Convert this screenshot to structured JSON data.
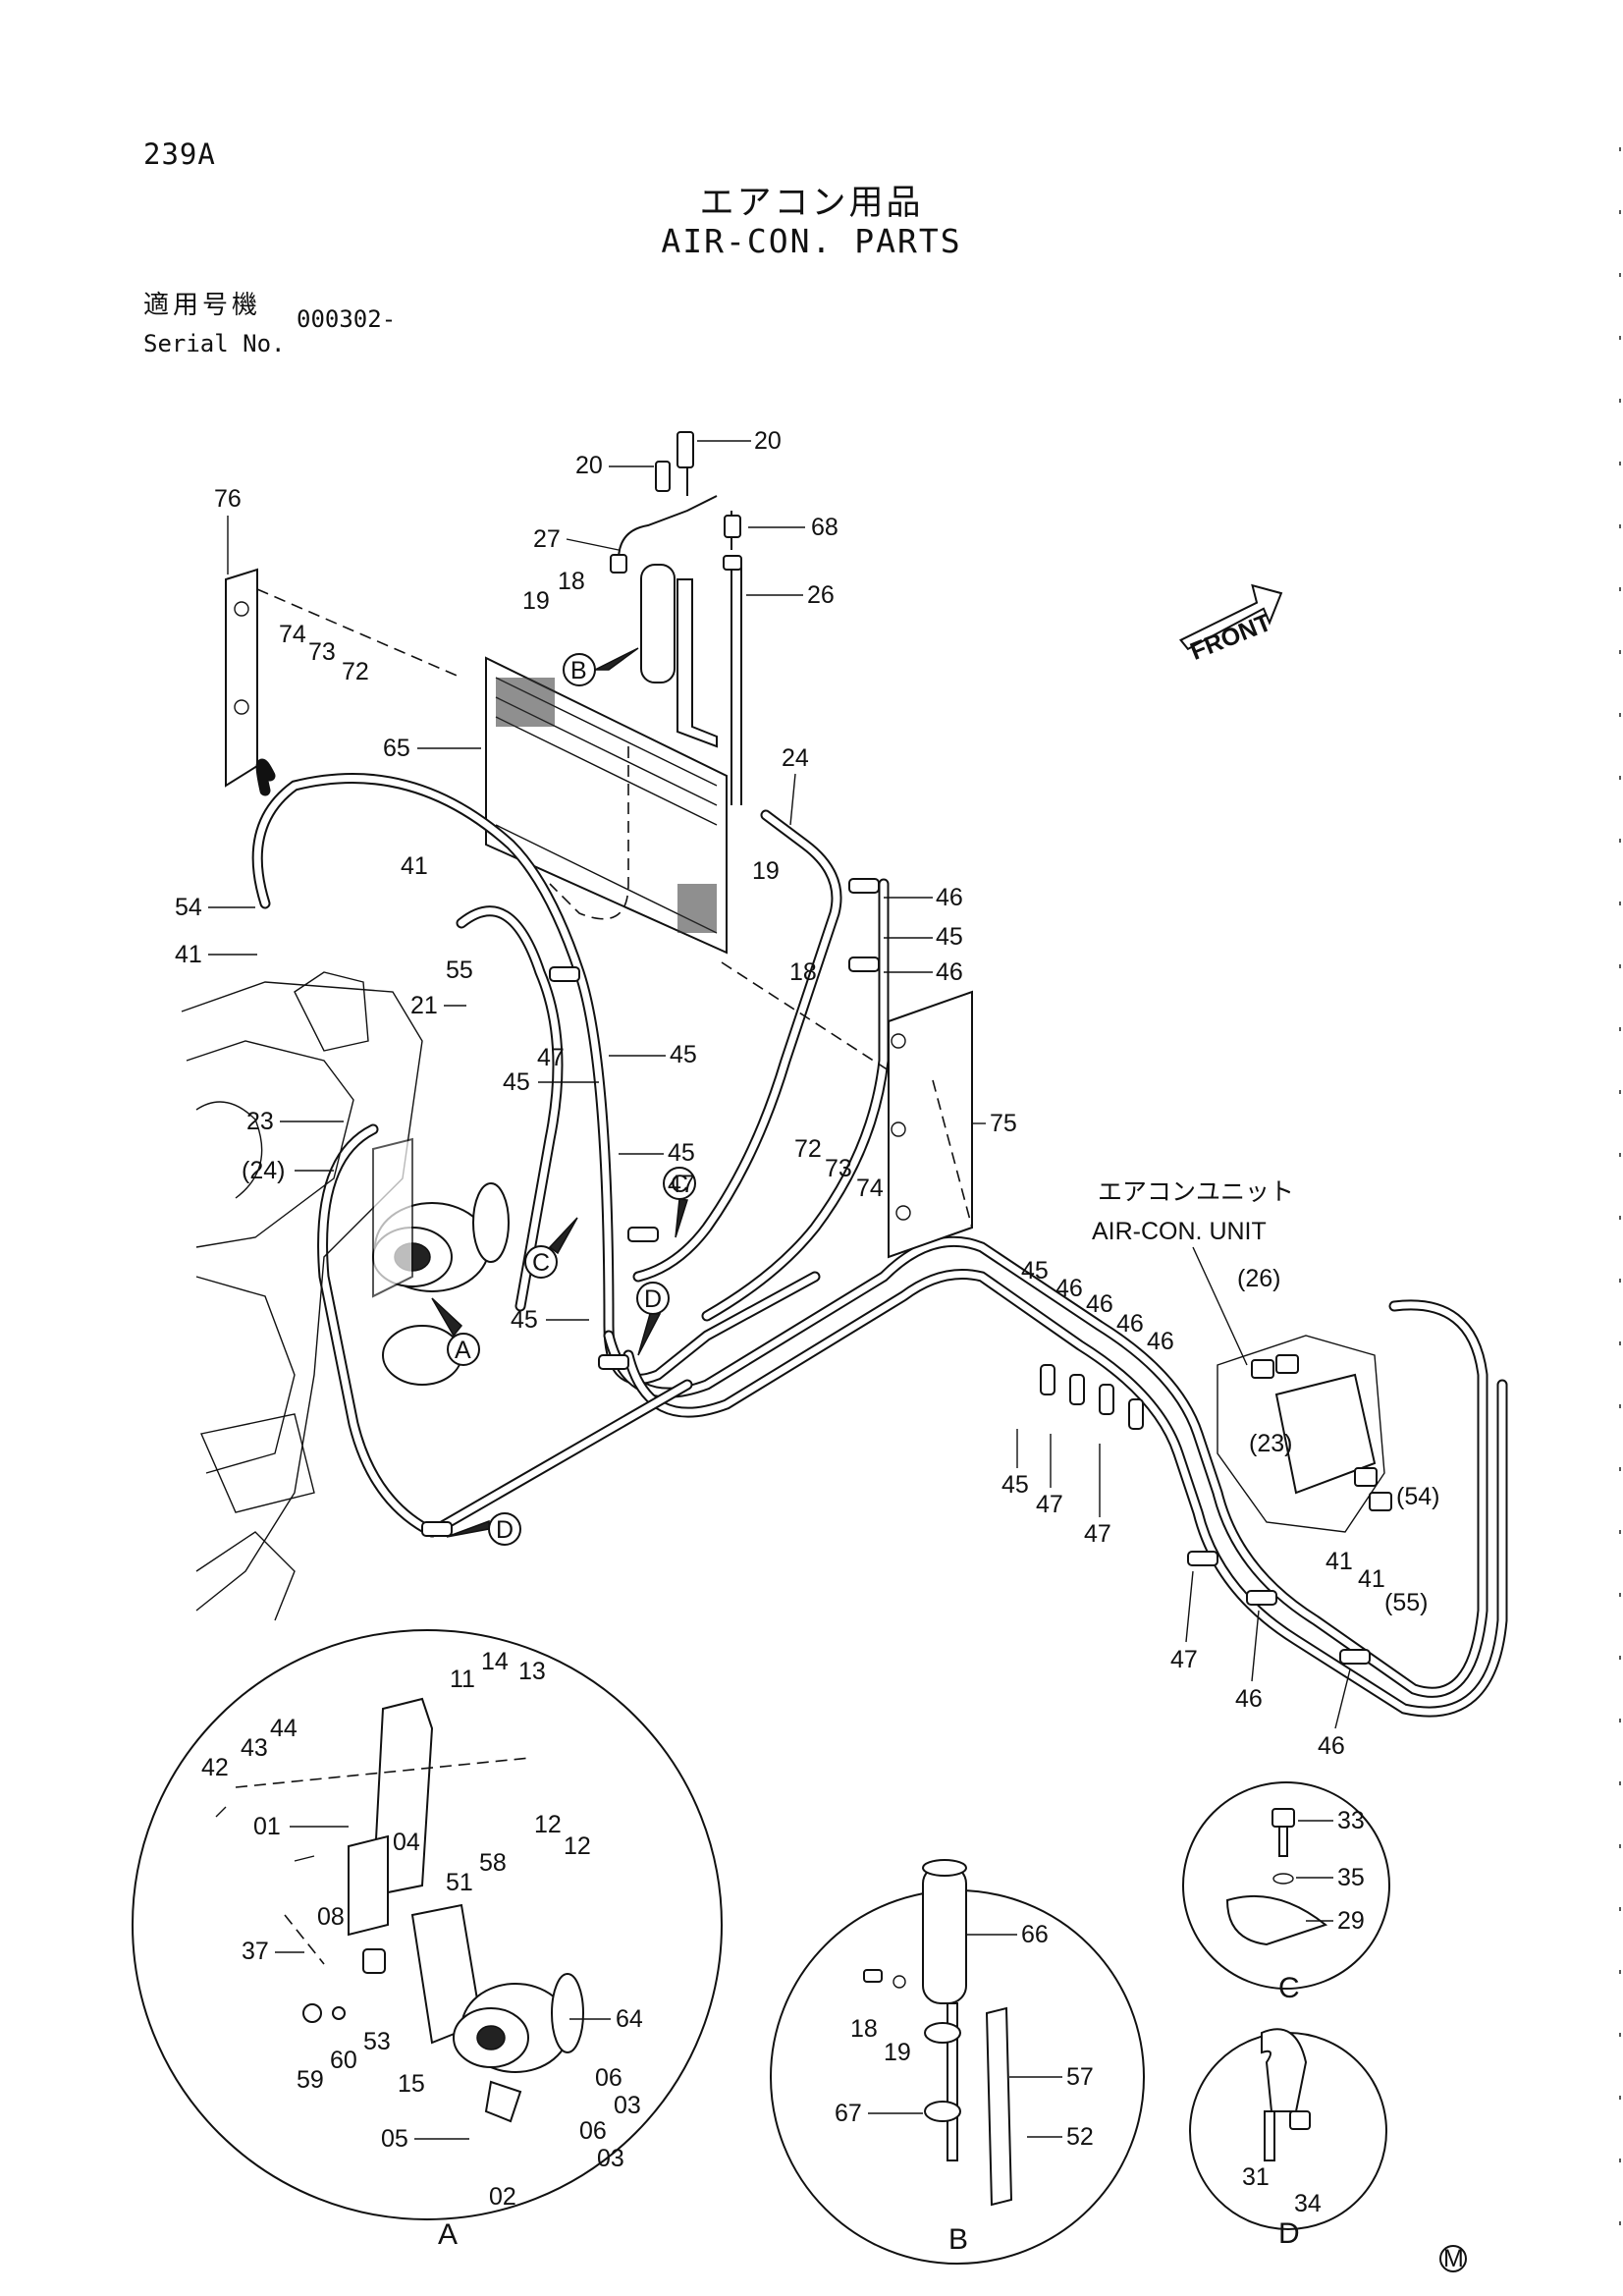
{
  "page": {
    "number": "239A",
    "title_jp": "エアコン用品",
    "title_en": "AIR-CON. PARTS",
    "serial_label_jp": "適用号機",
    "serial_label_en": "Serial No.",
    "serial_value": "000302-"
  },
  "labels": {
    "front": "FRONT",
    "aircon_unit_jp": "エアコンユニット",
    "aircon_unit_en": "AIR-CON. UNIT",
    "view_A": "A",
    "view_B": "B",
    "view_C": "C",
    "view_D": "D",
    "mark": "M"
  },
  "callouts": {
    "p20a": "20",
    "p20b": "20",
    "p68": "68",
    "p27": "27",
    "p26": "26",
    "p19a": "19",
    "p18a": "18",
    "p76": "76",
    "p74a": "74",
    "p73a": "73",
    "p72a": "72",
    "p65": "65",
    "p24": "24",
    "p46a": "46",
    "p45a": "45",
    "p46b": "46",
    "p19b": "19",
    "p18b": "18",
    "p54": "54",
    "p41a": "41",
    "p41b": "41",
    "p55": "55",
    "p21": "21",
    "p47a": "47",
    "p45b": "45",
    "p45c": "45",
    "p23": "23",
    "p24p": "(24)",
    "p45d": "45",
    "p47b": "47",
    "p75": "75",
    "p72b": "72",
    "p73b": "73",
    "p74b": "74",
    "p45e": "45",
    "p45f": "45",
    "p46c": "46",
    "p46d": "46",
    "p46e": "46",
    "p46f": "46",
    "p26p": "(26)",
    "p23p": "(23)",
    "p45g": "45",
    "p47c": "47",
    "p47d": "47",
    "p54p": "(54)",
    "p41c": "41",
    "p41d": "41",
    "p55p": "(55)",
    "p47e": "47",
    "p46g": "46",
    "p46h": "46",
    "a13": "13",
    "a11": "11",
    "a14": "14",
    "a42": "42",
    "a43": "43",
    "a44": "44",
    "a01": "01",
    "a12a": "12",
    "a12b": "12",
    "a04": "04",
    "a51": "51",
    "a58": "58",
    "a08": "08",
    "a37": "37",
    "a53": "53",
    "a64": "64",
    "a59": "59",
    "a60": "60",
    "a15": "15",
    "a06a": "06",
    "a03a": "03",
    "a05": "05",
    "a06b": "06",
    "a03b": "03",
    "a02": "02",
    "b66": "66",
    "b18": "18",
    "b19": "19",
    "b57": "57",
    "b67": "67",
    "b52": "52",
    "c33": "33",
    "c35": "35",
    "c29": "29",
    "d31": "31",
    "d34": "34"
  }
}
